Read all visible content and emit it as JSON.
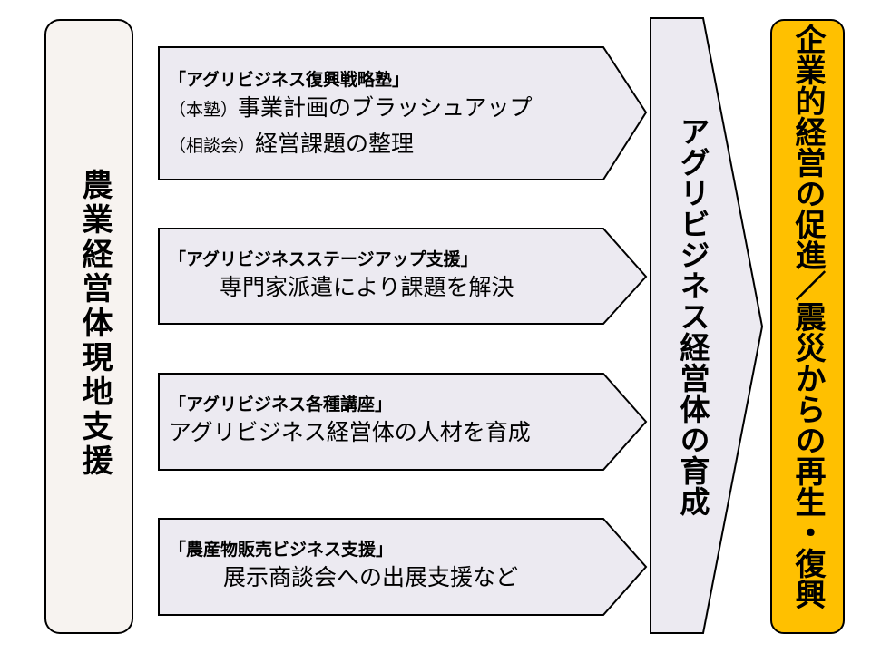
{
  "left_box": {
    "label": "農業経営体現地支援",
    "fill": "#f7f3f0"
  },
  "arrows": [
    {
      "title": "「アグリビジネス復興戦略塾」",
      "lines": [
        {
          "prefix": "（本塾）",
          "text": "事業計画のブラッシュアップ"
        },
        {
          "prefix": "（相談会）",
          "text": "経営課題の整理"
        }
      ]
    },
    {
      "title": "「アグリビジネスステージアップ支援」",
      "lines": [
        {
          "prefix": "",
          "text": "専門家派遣により課題を解決"
        }
      ]
    },
    {
      "title": "「アグリビジネス各種講座」",
      "lines": [
        {
          "prefix": "",
          "text": "アグリビジネス経営体の人材を育成"
        }
      ]
    },
    {
      "title": "「農産物販売ビジネス支援」",
      "lines": [
        {
          "prefix": "",
          "text": "展示商談会への出展支援など"
        }
      ]
    }
  ],
  "center_arrow": {
    "label": "アグリビジネス経営体の育成"
  },
  "result_box": {
    "label": "企業的経営の促進／震災からの再生・復興",
    "fill": "#ffc000"
  },
  "colors": {
    "arrow_fill": "#eceaf1",
    "outline": "#000000"
  }
}
